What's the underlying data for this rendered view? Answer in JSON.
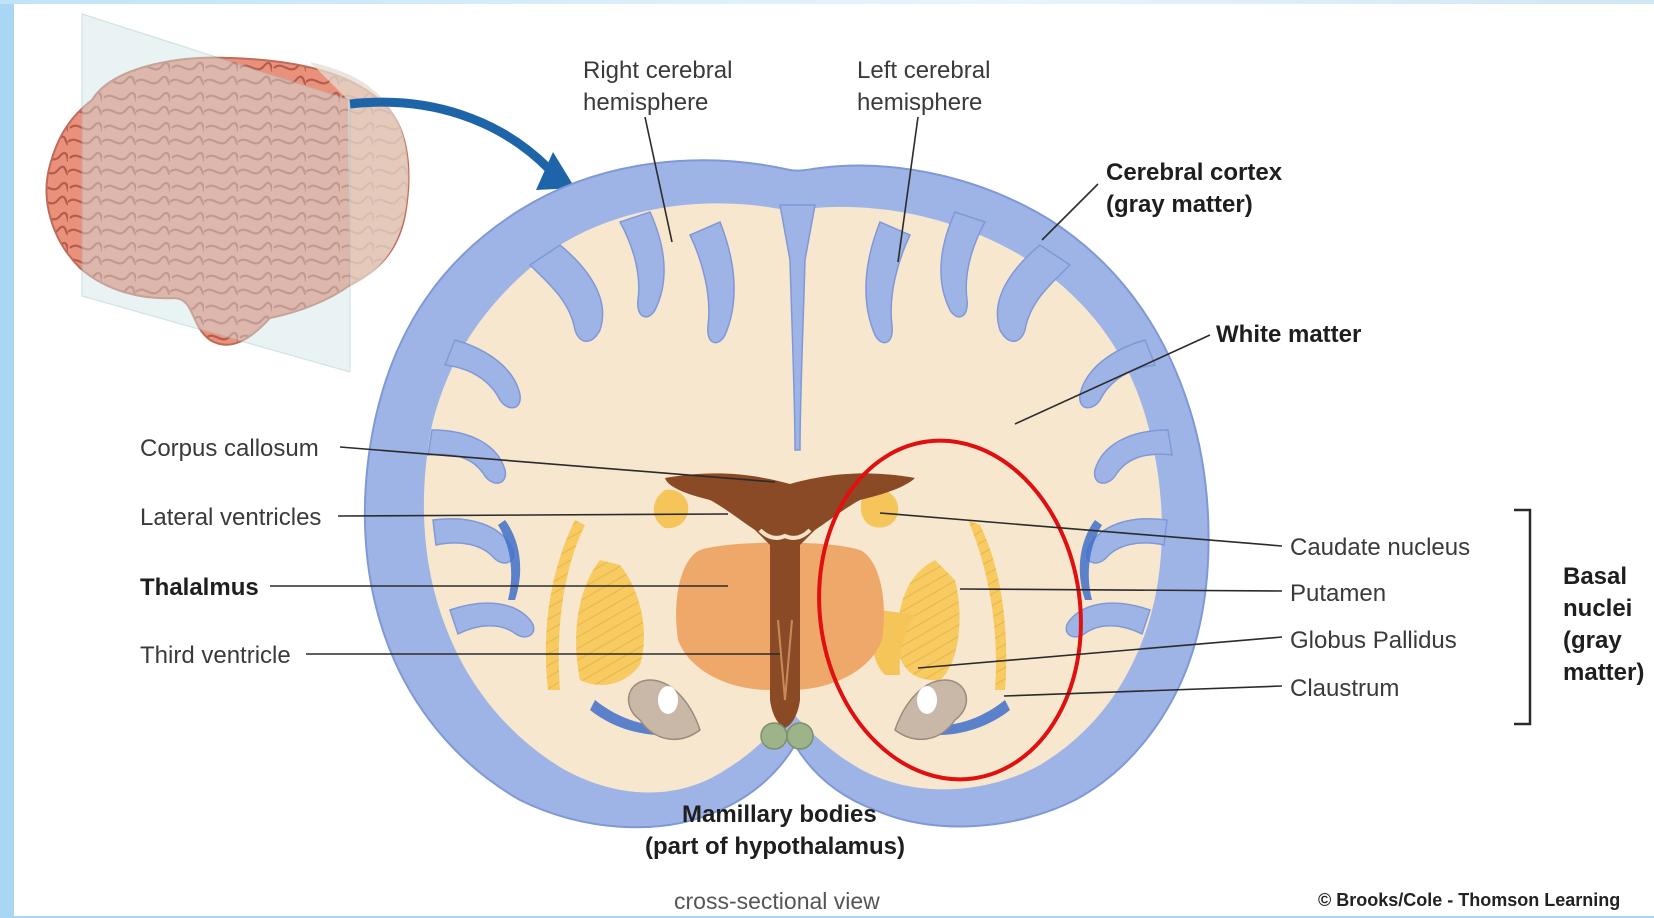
{
  "labels": {
    "right_hemisphere_1": "Right cerebral",
    "right_hemisphere_2": "hemisphere",
    "left_hemisphere_1": "Left cerebral",
    "left_hemisphere_2": "hemisphere",
    "cerebral_cortex_1": "Cerebral cortex",
    "cerebral_cortex_2": "(gray matter)",
    "white_matter": "White matter",
    "corpus_callosum": "Corpus callosum",
    "lateral_ventricles": "Lateral ventricles",
    "thalamus": "Thalalmus",
    "third_ventricle": "Third ventricle",
    "caudate_nucleus": "Caudate nucleus",
    "putamen": "Putamen",
    "globus_pallidus": "Globus Pallidus",
    "claustrum": "Claustrum",
    "basal_nuclei_1": "Basal",
    "basal_nuclei_2": "nuclei",
    "basal_nuclei_3": "(gray",
    "basal_nuclei_4": "matter)",
    "mamillary_1": "Mamillary bodies",
    "mamillary_2": "(part of hypothalamus)"
  },
  "caption": "cross-sectional view",
  "copyright": "© Brooks/Cole - Thomson Learning",
  "colors": {
    "gray_matter": "#9fb4e6",
    "white_matter": "#f7e7cf",
    "ventricle": "#8b4a26",
    "thalamus": "#eea96a",
    "basal_nuclei": "#f6c55a",
    "highlight_ellipse": "#e01010",
    "arrow": "#1e64a8",
    "brain_surface": "#e98c78"
  }
}
